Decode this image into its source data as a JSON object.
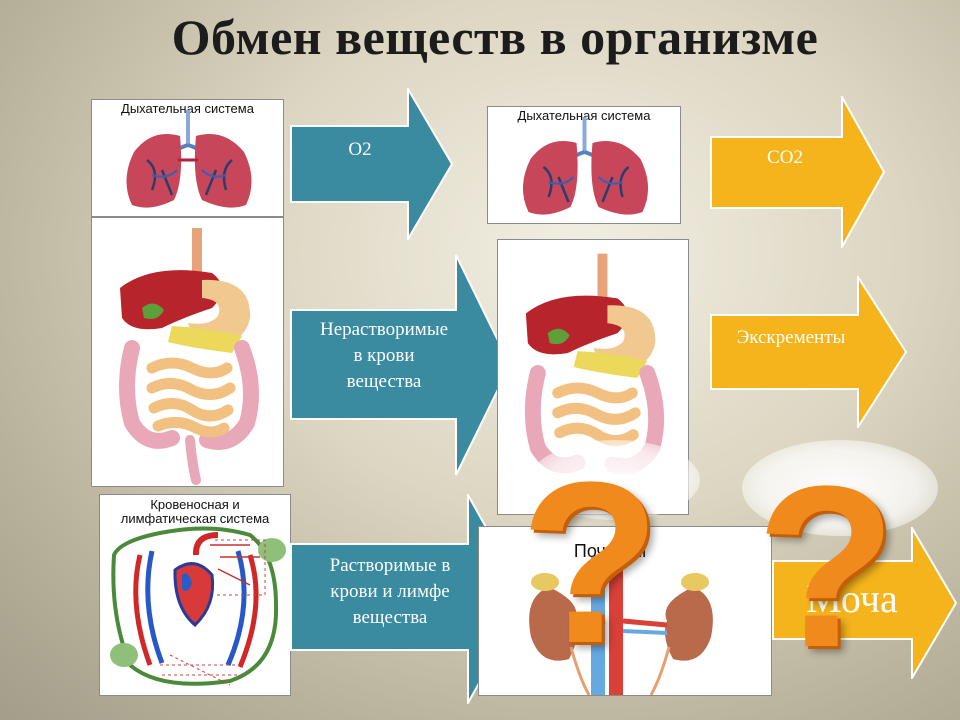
{
  "title": "Обмен веществ в организме",
  "panels": {
    "respiratory_label": "Дыхательная система",
    "circulatory_label_1": "Кровеносная и",
    "circulatory_label_2": "лимфатическая система",
    "kidneys_label": "Почки, м"
  },
  "arrows": {
    "o2": "О2",
    "co2": "СО2",
    "insoluble_1": "Нерастворимые",
    "insoluble_2": "в крови",
    "insoluble_3": "вещества",
    "feces": "Экскременты",
    "soluble_1": "Растворимые в",
    "soluble_2": "крови и лимфе",
    "soluble_3": "вещества",
    "urine": "Моча"
  },
  "colors": {
    "teal_arrow": "#3a8aa0",
    "orange_arrow": "#f5b41c",
    "question_mark": "#f08a1c"
  },
  "icons": [
    "lungs-icon",
    "digestive-system-icon",
    "heart-vessels-icon",
    "kidneys-icon",
    "question-mark-icon"
  ]
}
